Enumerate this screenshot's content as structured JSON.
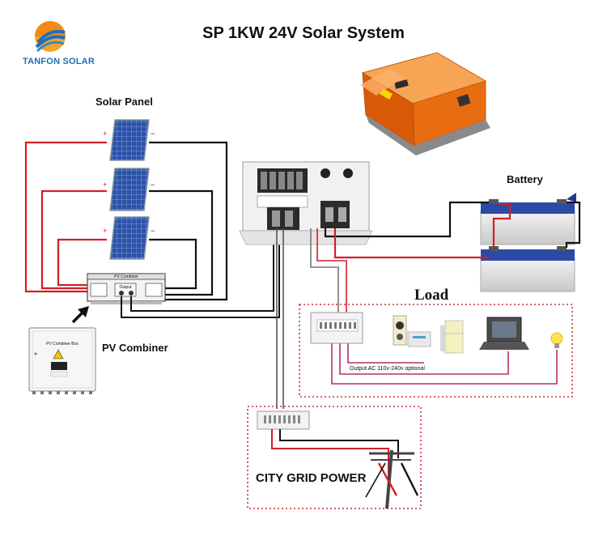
{
  "title": "SP 1KW 24V Solar System",
  "brand": {
    "name": "TANFON SOLAR"
  },
  "labels": {
    "solar_panel": "Solar Panel",
    "battery": "Battery",
    "load": "Load",
    "pv_combiner": "PV Combiner",
    "city_grid": "CITY GRID POWER",
    "output_note": "Output  AC 110v-240v optional"
  },
  "combiner": {
    "header": "PV Combiner",
    "output": "Output",
    "box_title": "PV Combiner Box"
  },
  "panel_signs": {
    "plus": "+",
    "minus": "−"
  },
  "colors": {
    "positive": "#d21f26",
    "negative": "#111111",
    "load_wire": "#b0306e",
    "enclosure": "#c8323a",
    "inverter_orange": "#f07a16"
  }
}
